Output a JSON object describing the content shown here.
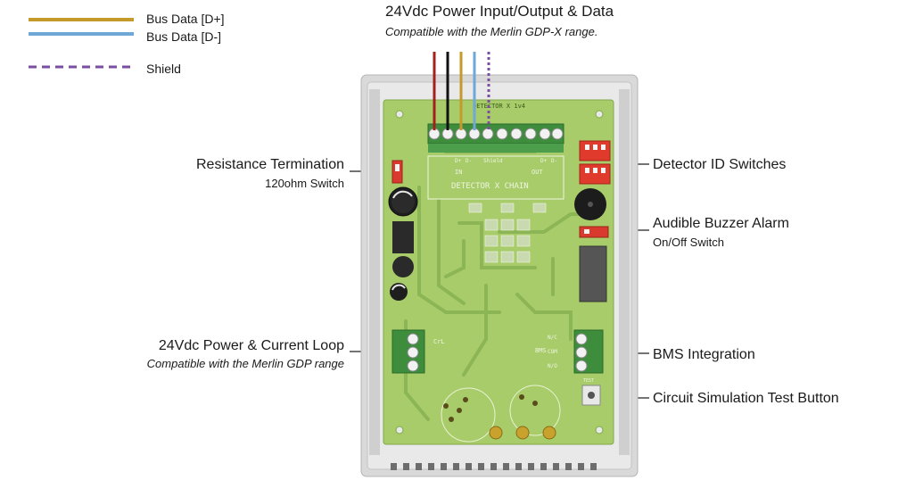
{
  "legend": {
    "items": [
      {
        "label": "Bus Data [D+]",
        "color": "#c49a2a",
        "style": "solid"
      },
      {
        "label": "Bus Data [D-]",
        "color": "#6fa7d6",
        "style": "solid"
      },
      {
        "label": "Shield",
        "color": "#7a4fa0",
        "style": "dashed"
      }
    ]
  },
  "top_callout": {
    "title": "24Vdc Power Input/Output & Data",
    "subtitle": "Compatible with the Merlin GDP-X range."
  },
  "callouts_left": [
    {
      "title": "Resistance Termination",
      "subtitle": "120ohm Switch"
    },
    {
      "title": "24Vdc Power & Current Loop",
      "subtitle": "Compatible with the Merlin GDP range"
    }
  ],
  "callouts_right": [
    {
      "title": "Detector ID Switches",
      "subtitle": ""
    },
    {
      "title": "Audible Buzzer Alarm",
      "subtitle": "On/Off Switch"
    },
    {
      "title": "BMS Integration",
      "subtitle": ""
    },
    {
      "title": "Circuit Simulation Test Button",
      "subtitle": ""
    }
  ],
  "board": {
    "header_text": "DETECTOR X 1v4",
    "silkscreen_title": "DETECTOR X CHAIN",
    "terminal_top_labels": [
      "D+",
      "D-",
      "Shield",
      "D+",
      "D-"
    ],
    "in_label": "IN",
    "out_label": "OUT",
    "cl_label": "CrL",
    "bms_label": "BMS",
    "bms_terminals": [
      "N/C",
      "COM",
      "N/O"
    ],
    "test_label": "TEST",
    "wire_colors": [
      "#a3201c",
      "#111111",
      "#c49a2a",
      "#6fa7d6",
      "#7a4fa0"
    ]
  }
}
